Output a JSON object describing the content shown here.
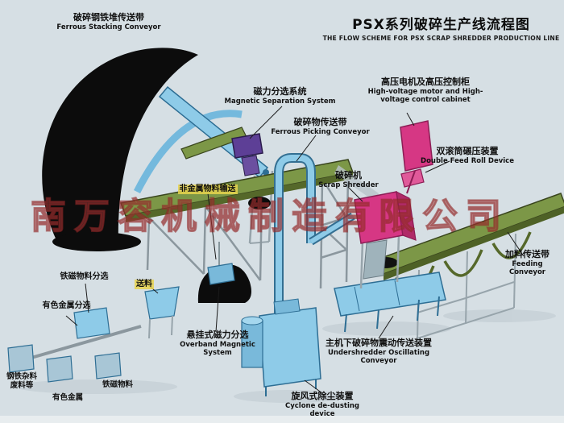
{
  "title": {
    "zh": "PSX系列破碎生产线流程图",
    "en": "THE FLOW SCHEME FOR PSX SCRAP SHREDDER PRODUCTION LINE"
  },
  "watermark": {
    "text": "南万容机械制造有限公司"
  },
  "labels": {
    "ferrous_stacking": {
      "zh": "破碎钢铁堆传送带",
      "en": "Ferrous Stacking Conveyor"
    },
    "magnetic_separation": {
      "zh": "磁力分选系统",
      "en": "Magnetic Separation System"
    },
    "ferrous_picking": {
      "zh": "破碎物传送带",
      "en": "Ferrous Picking Conveyor"
    },
    "hv_motor": {
      "zh": "高压电机及高压控制柜",
      "en": "High-voltage motor and High-voltage control cabinet"
    },
    "scrap_shredder": {
      "zh": "破碎机",
      "en": "Scrap Shredder"
    },
    "double_feed_roll": {
      "zh": "双滚筒碾压装置",
      "en": "Double Feed Roll Device"
    },
    "nonmetal_conveying": {
      "zh": "非金属物料输送"
    },
    "feeding_conveyor": {
      "zh": "加料传送带",
      "en": "Feeding Conveyor"
    },
    "ferromagnetic_sorting": {
      "zh": "铁磁物料分选"
    },
    "feeding": {
      "zh": "送料"
    },
    "nonferrous_sorting": {
      "zh": "有色金属分选"
    },
    "overband_magnetic": {
      "zh": "悬挂式磁力分选",
      "en": "Overband Magnetic System"
    },
    "undershredder": {
      "zh": "主机下破碎物震动传送装置",
      "en": "Undershredder Oscillating Conveyor"
    },
    "cyclone": {
      "zh": "旋风式除尘装置",
      "en": "Cyclone de-dusting device"
    },
    "steel_scrap": {
      "zh": "钢铁杂料",
      "zh2": "废料等"
    },
    "nonferrous_metal": {
      "zh": "有色金属"
    },
    "ferromagnetic_material": {
      "zh": "铁磁物料"
    }
  },
  "colors": {
    "background": "#d6dfe4",
    "conveyor_green": "#7c9747",
    "machine_blue": "#8cc8e8",
    "shredder_pink": "#d63784",
    "magnet_purple": "#5d3f96",
    "scrap_black": "#0c0c0c",
    "watermark_red": "#a03434"
  }
}
